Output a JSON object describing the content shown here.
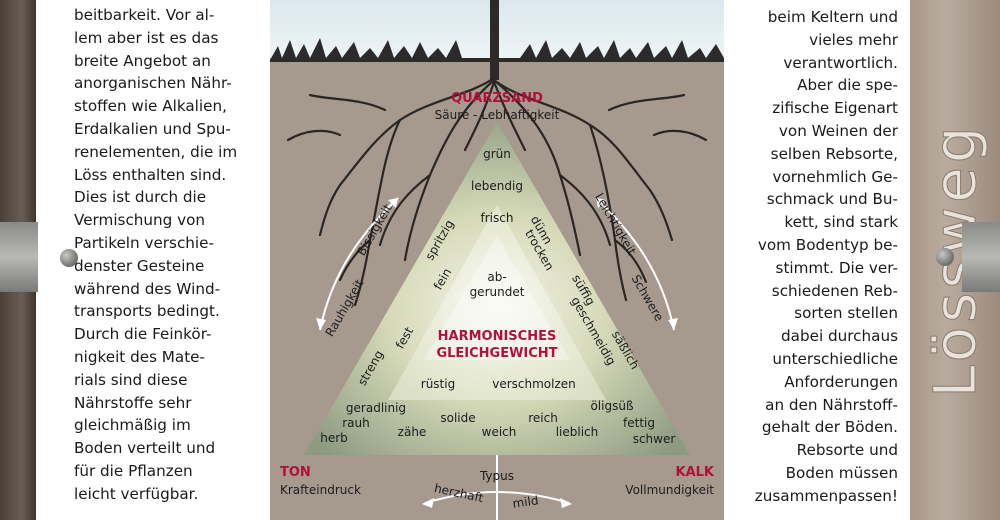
{
  "left_text": [
    "beitbarkeit. Vor al-",
    "lem aber ist es das",
    "breite Angebot an",
    "anorganischen Nähr-",
    "stoffen wie Alkalien,",
    "Erdalkalien und Spu-",
    "renelementen, die im",
    "Löss enthalten sind.",
    "Dies ist durch die",
    "Vermischung von",
    "Partikeln verschie-",
    "denster Gesteine",
    "während des Wind-",
    "transports bedingt.",
    "Durch die Feinkör-",
    "nigkeit des Mate-",
    "rials sind diese",
    "Nährstoffe sehr",
    "gleichmäßig im",
    "Boden verteilt und",
    "für die Pflanzen",
    "leicht verfügbar."
  ],
  "right_text": [
    "beim Keltern und",
    "vieles mehr",
    "verantwortlich.",
    "Aber die spe-",
    "zifische Eigenart",
    "von Weinen der",
    "selben Rebsorte,",
    "vornehmlich Ge-",
    "schmack und Bu-",
    "kett, sind stark",
    "vom Bodentyp be-",
    "stimmt. Die ver-",
    "schiedenen Reb-",
    "sorten stellen",
    "dabei durchaus",
    "unterschiedliche",
    "Anforderungen",
    "an den Nährstoff-",
    "gehalt der Böden.",
    "Rebsorte und",
    "Boden müssen",
    "zusammenpassen!"
  ],
  "sign_title": "Lössweg",
  "apex": {
    "title": "QUARZSAND",
    "subtitle": "Säure - Lebhaftigkeit"
  },
  "corner_left": {
    "title": "TON",
    "subtitle": "Krafteindruck"
  },
  "corner_right": {
    "title": "KALK",
    "subtitle": "Vollmundigkeit"
  },
  "center": {
    "line1": "HARMONISCHES",
    "line2": "GLEICHGEWICHT"
  },
  "axes": {
    "rauhigkeit": "Rauhigkeit",
    "bissigkeit": "Bissigkeit",
    "leichtigkeit": "Leichtigkeit",
    "schwere": "Schwere",
    "typus": "Typus",
    "herzhaft": "herzhaft",
    "mild": "mild"
  },
  "words": {
    "gruen": "grün",
    "lebendig": "lebendig",
    "frisch": "frisch",
    "spritzig": "spritzig",
    "fein": "fein",
    "duenn": "dünn",
    "trocken": "trocken",
    "ab": "ab-",
    "gerundet": "gerundet",
    "suffig": "süffig",
    "geschmeidig": "geschmeidig",
    "sasslich": "säßlich",
    "streng": "streng",
    "fest": "fest",
    "ruestig": "rüstig",
    "verschmolzen": "verschmolzen",
    "geradlinig": "geradlinig",
    "rauh": "rauh",
    "herb": "herb",
    "zaehe": "zähe",
    "solide": "solide",
    "weich": "weich",
    "reich": "reich",
    "lieblich": "lieblich",
    "oeligsuess": "öligsüß",
    "fettig": "fettig",
    "schwer": "schwer"
  },
  "colors": {
    "accent": "#b0103a",
    "soil": "#a69a8e",
    "panel": "#ffffff"
  }
}
